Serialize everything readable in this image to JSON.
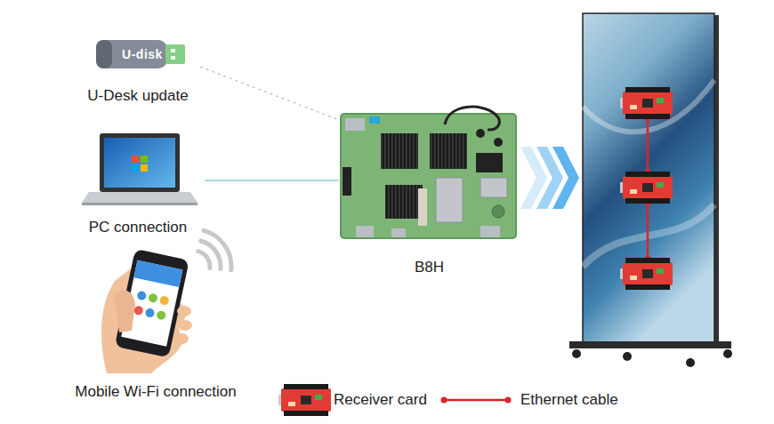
{
  "diagram": {
    "nodes": [
      {
        "text": [
          "U-disk",
          "U-Desk update"
        ]
      },
      {
        "text": [
          "PC connection"
        ]
      },
      {
        "text": [
          "Mobile Wi-Fi connection"
        ]
      },
      {
        "text": [
          "B8H"
        ]
      }
    ],
    "edges": [
      {
        "from": 0,
        "to": 3,
        "arrow": "none"
      },
      {
        "from": 1,
        "to": 3,
        "arrow": "none"
      }
    ],
    "legend": [
      {
        "text": "Receiver card"
      },
      {
        "text": "Ethernet cable"
      }
    ]
  }
}
